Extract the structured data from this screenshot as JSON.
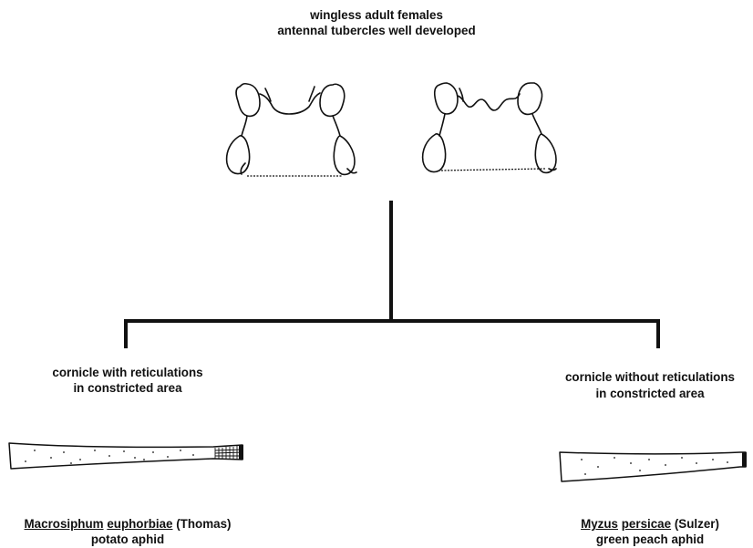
{
  "header": {
    "line1": "wingless adult females",
    "line2": "antennal tubercles well developed"
  },
  "left": {
    "trait_line1": "cornicle with reticulations",
    "trait_line2": "in constricted area",
    "genus": "Macrosiphum",
    "species": "euphorbiae",
    "author": "(Thomas)",
    "common_name": "potato aphid"
  },
  "right": {
    "trait_line1": "cornicle without reticulations",
    "trait_line2": "in constricted area",
    "genus": "Myzus",
    "species": "persicae",
    "author": "(Sulzer)",
    "common_name": "green peach aphid"
  },
  "colors": {
    "ink": "#111111",
    "background": "#ffffff"
  }
}
